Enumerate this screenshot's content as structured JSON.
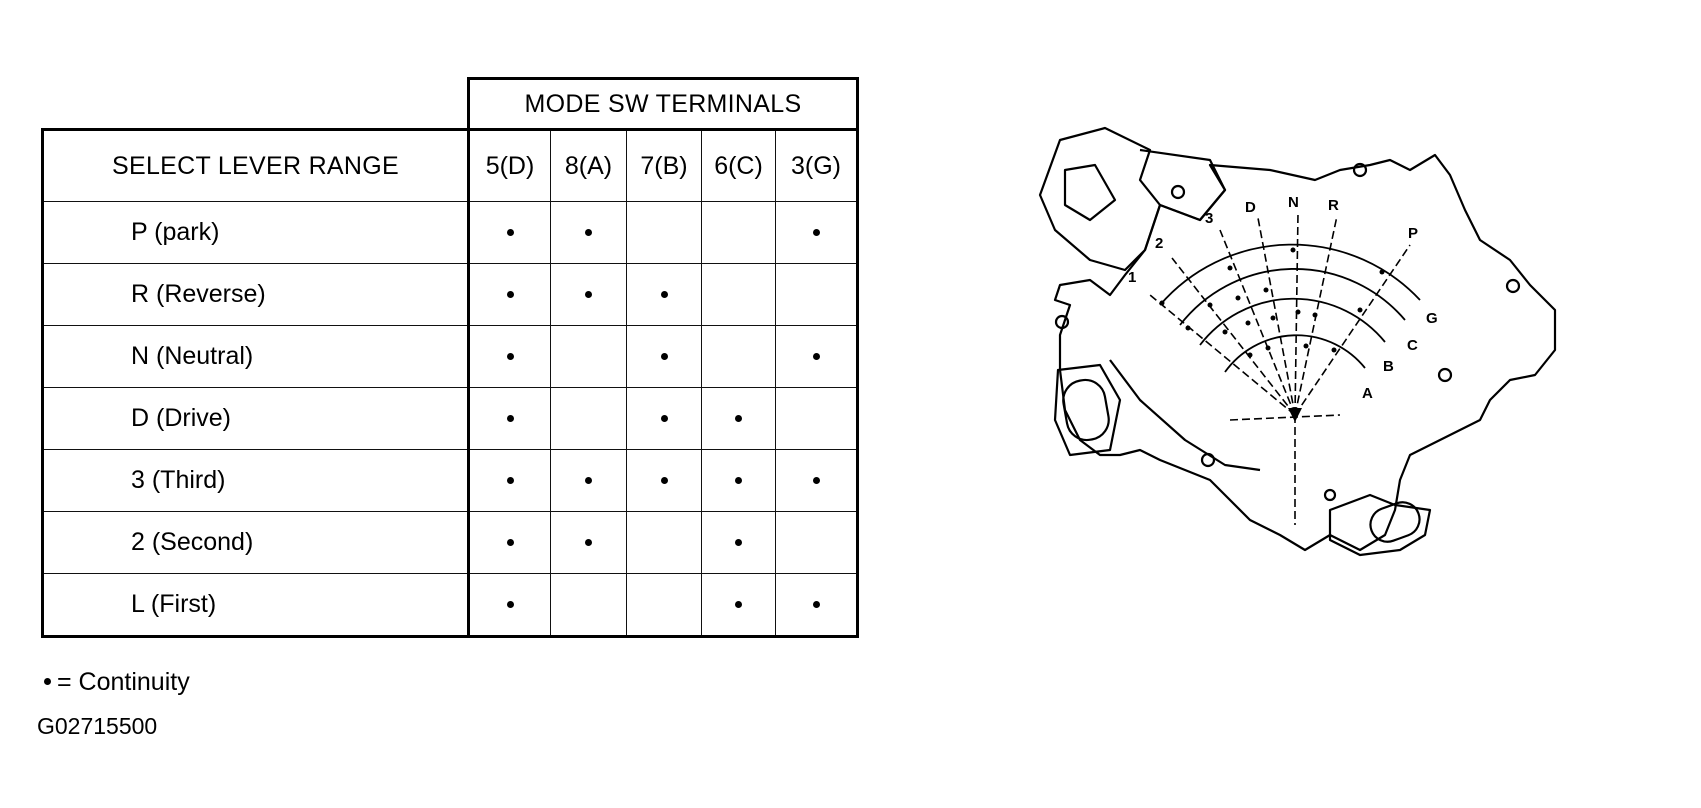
{
  "table": {
    "group_header": "MODE SW TERMINALS",
    "range_header": "SELECT LEVER RANGE",
    "terminals": [
      "5(D)",
      "8(A)",
      "7(B)",
      "6(C)",
      "3(G)"
    ],
    "rows": [
      {
        "range": "P (park)",
        "continuity": [
          true,
          true,
          false,
          false,
          true
        ]
      },
      {
        "range": "R (Reverse)",
        "continuity": [
          true,
          true,
          true,
          false,
          false
        ]
      },
      {
        "range": "N (Neutral)",
        "continuity": [
          true,
          false,
          true,
          false,
          true
        ]
      },
      {
        "range": "D (Drive)",
        "continuity": [
          true,
          false,
          true,
          true,
          false
        ]
      },
      {
        "range": "3 (Third)",
        "continuity": [
          true,
          true,
          true,
          true,
          true
        ]
      },
      {
        "range": "2 (Second)",
        "continuity": [
          true,
          true,
          false,
          true,
          false
        ]
      },
      {
        "range": "L (First)",
        "continuity": [
          true,
          false,
          false,
          true,
          true
        ]
      }
    ]
  },
  "legend": {
    "text": "= Continuity"
  },
  "figure_code": "G02715500",
  "drawing": {
    "position_labels": [
      "1",
      "2",
      "3",
      "D",
      "N",
      "R",
      "P"
    ],
    "track_labels": [
      "G",
      "C",
      "B",
      "A"
    ]
  }
}
